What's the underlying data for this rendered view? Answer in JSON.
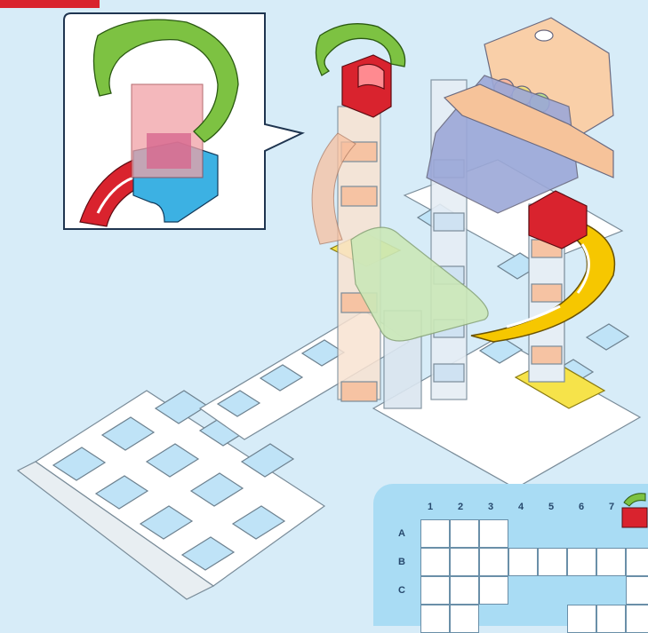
{
  "grid": {
    "columns": [
      "1",
      "2",
      "3",
      "4",
      "5",
      "6",
      "7"
    ],
    "rows": [
      "A",
      "B",
      "C"
    ]
  },
  "colors": {
    "background": "#d7ecf8",
    "accent_red": "#d9232e",
    "piece_green": "#7dc242",
    "piece_yellow": "#f6c700",
    "piece_blue": "#3cb1e3",
    "grid_panel": "#a9dcf4"
  }
}
